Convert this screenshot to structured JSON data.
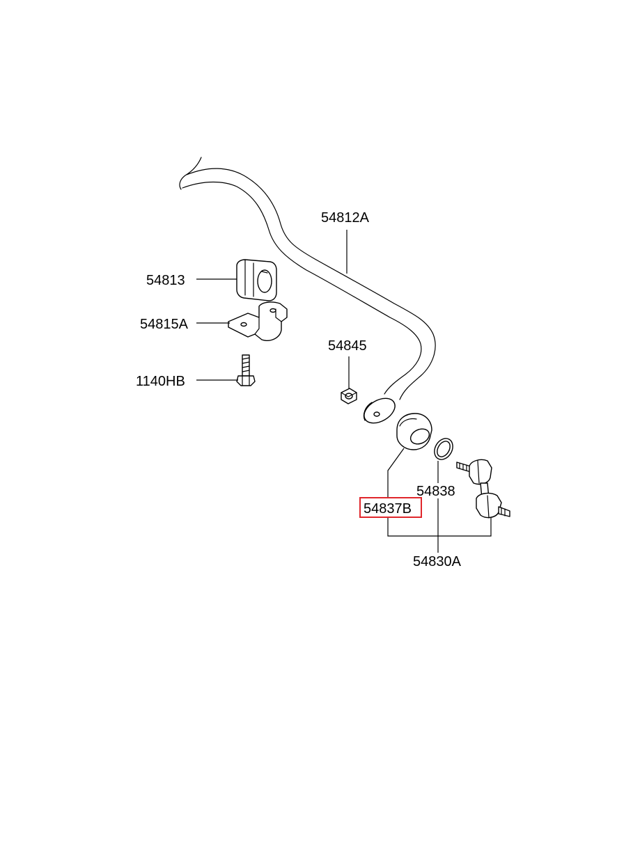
{
  "diagram": {
    "highlight_color": "#e0262b",
    "line_color": "#000000",
    "background": "#ffffff",
    "labels": {
      "stabilizer_bar": "54812A",
      "bushing": "54813",
      "bracket": "54815A",
      "bolt": "1140HB",
      "nut": "54845",
      "dust_cover": "54837B",
      "clip_ring": "54838",
      "link_assembly": "54830A"
    },
    "highlighted_part": "54837B"
  }
}
